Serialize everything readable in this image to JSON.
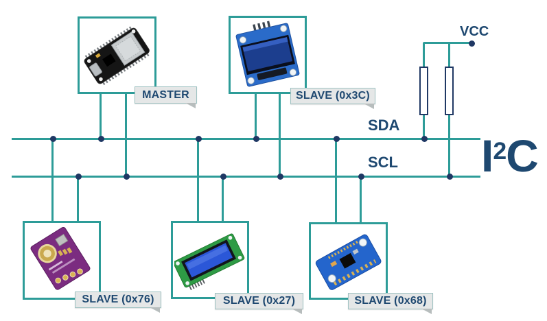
{
  "diagram": {
    "type": "i2c-bus-wiring-diagram",
    "bus_logo": {
      "left": "I",
      "sup": "2",
      "right": "C"
    },
    "signal_labels": {
      "sda": "SDA",
      "scl": "SCL",
      "vcc": "VCC"
    },
    "devices": [
      {
        "role": "master",
        "label": "MASTER",
        "component": "esp32-devkit-board"
      },
      {
        "role": "slave",
        "address": "0x3C",
        "label": "SLAVE (0x3C)",
        "component": "oled-display-module"
      },
      {
        "role": "slave",
        "address": "0x76",
        "label": "SLAVE (0x76)",
        "component": "bme280-sensor-module"
      },
      {
        "role": "slave",
        "address": "0x27",
        "label": "SLAVE (0x27)",
        "component": "lcd1602-display-module"
      },
      {
        "role": "slave",
        "address": "0x68",
        "label": "SLAVE (0x68)",
        "component": "mpu6050-sensor-module"
      }
    ],
    "colors": {
      "wire": "#2D9C98",
      "node": "#1F3864",
      "text": "#1E4870",
      "label_bg": "#E5E7E7",
      "label_border": "#9FC2C2"
    }
  }
}
